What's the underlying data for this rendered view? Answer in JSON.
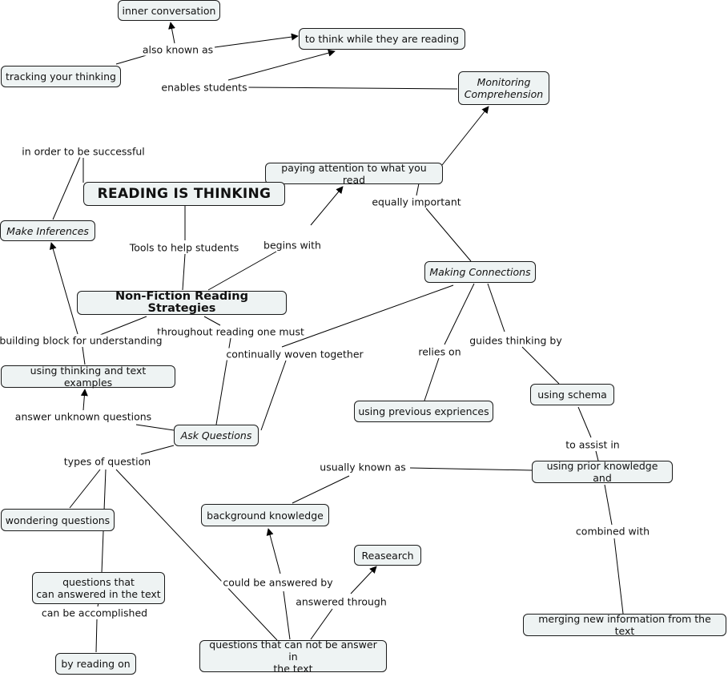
{
  "concepts": {
    "inner_conversation": "inner conversation",
    "think_while_reading": "to think while they are reading",
    "tracking_thinking": "tracking your thinking",
    "monitoring_comprehension": "Monitoring\nComprehension",
    "paying_attention": "paying attention to what you read",
    "reading_is_thinking": "READING IS THINKING",
    "make_inferences": "Make Inferences",
    "making_connections": "Making Connections",
    "nonfiction_strategies": "Non-Fiction Reading Strategies",
    "thinking_text_examples": "using thinking and text examples",
    "using_schema": "using schema",
    "previous_experiences": "using previous expriences",
    "ask_questions": "Ask Questions",
    "prior_knowledge": "using prior knowledge and",
    "background_knowledge": "background knowledge",
    "wondering_questions": "wondering questions",
    "research": "Reasearch",
    "answered_in_text": "questions that\ncan answered in the text",
    "merging_info": "merging new information from the text",
    "by_reading_on": "by reading on",
    "not_answered_in_text": "questions that can not be answer in\nthe text"
  },
  "links": {
    "also_known_as": "also known as",
    "enables_students": "enables students",
    "in_order_to_be_successful": "in order to be successful",
    "equally_important": "equally important",
    "tools_to_help": "Tools to help students",
    "begins_with": "begins with",
    "throughout_reading": "throughout reading one must",
    "building_block": "building block for understanding",
    "continually_woven": "continually woven together",
    "relies_on": "relies on",
    "guides_thinking_by": "guides thinking by",
    "answer_unknown": "answer unknown questions",
    "to_assist_in": "to assist in",
    "types_of_question": "types of question",
    "usually_known_as": "usually known as",
    "combined_with": "combined with",
    "could_be_answered_by": "could be answered by",
    "answered_through": "answered through",
    "can_be_accomplished": "can be accomplished"
  }
}
